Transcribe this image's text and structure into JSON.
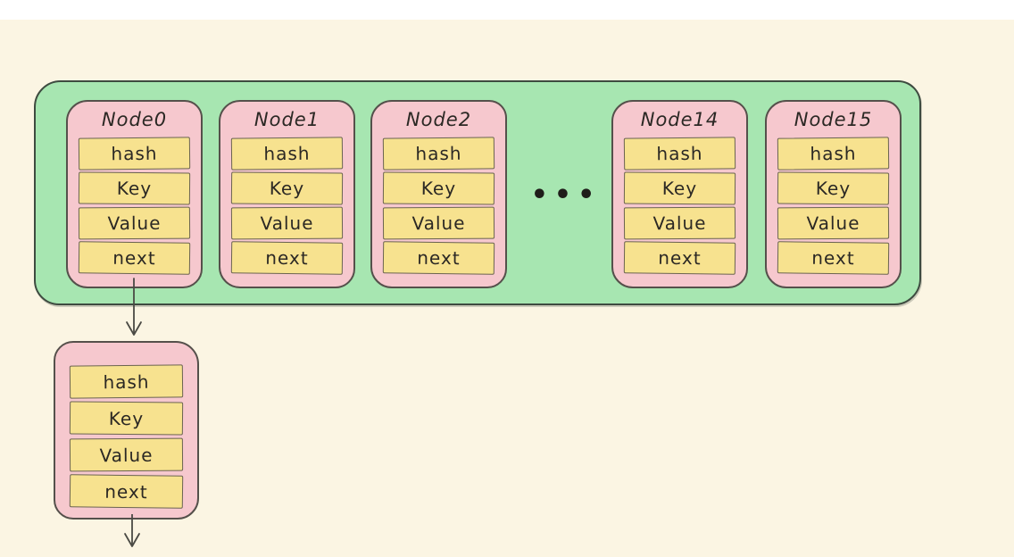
{
  "colors": {
    "background": "#FBF5E3",
    "top_strip": "#FFFFFF",
    "bucket_fill": "#A7E6B1",
    "bucket_stroke": "#3E4B40",
    "node_fill": "#F6C8CE",
    "node_stroke": "#55504B",
    "field_fill": "#F7E28F",
    "field_stroke": "#6B6450",
    "text": "#2B2824",
    "arrow": "#4A4A44"
  },
  "diagram": {
    "bucket_nodes": [
      {
        "title": "Node0"
      },
      {
        "title": "Node1"
      },
      {
        "title": "Node2"
      },
      {
        "title": "Node14"
      },
      {
        "title": "Node15"
      }
    ],
    "field_labels": [
      "hash",
      "Key",
      "Value",
      "next"
    ],
    "ellipsis": "•••"
  }
}
